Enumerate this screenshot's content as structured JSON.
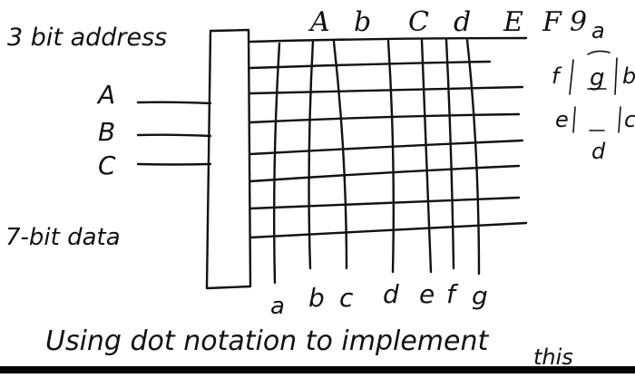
{
  "title": "3 bit address",
  "inputs": [
    "A",
    "B",
    "C"
  ],
  "data_label": "7-bit data",
  "segment_outputs": [
    "a",
    "b",
    "c",
    "d",
    "e",
    "f",
    "g"
  ],
  "digit_glyphs": [
    "A",
    "b",
    "C",
    "d",
    "E",
    "F",
    "9"
  ],
  "seven_segment_labels": {
    "a": "a",
    "b": "b",
    "c": "c",
    "d": "d",
    "e": "e",
    "f": "f",
    "g": "g"
  },
  "caption_line1": "Using dot notation to implement",
  "caption_line2": "this",
  "colors": {
    "ink": "#111111",
    "paper": "#ffffff",
    "bar": "#000000"
  }
}
